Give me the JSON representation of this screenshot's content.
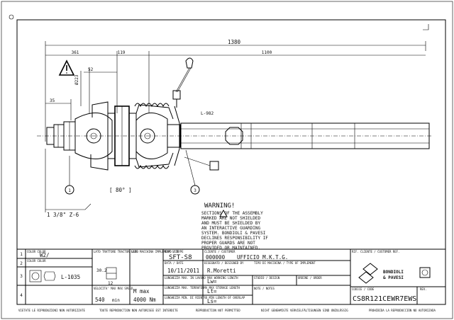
{
  "dimensions": {
    "overall": "1380",
    "left_seg": "361",
    "mid_seg": "119",
    "right_seg": "1100",
    "d52": "52",
    "d35": "35",
    "dia223": "Ø223",
    "l982": "L-982",
    "angle": "[ 80° ]",
    "spline": "1 3/8\" Z-6"
  },
  "callouts": [
    "1",
    "3"
  ],
  "warning": {
    "title": "WARNING!",
    "lines": [
      "SECTIONS OF THE ASSEMBLY",
      "MARKED  ARE NOT SHIELDED",
      "AND MUST BE SHIELDED BY",
      "AN INTERACTIVE GUARDING",
      "SYSTEM. BONDIOLI & PAVESI",
      "DECLINES RESPONSIBILITY IF",
      "PROPER GUARDS ARE NOT",
      "PROVIDED OR MAINTAINED."
    ]
  },
  "titleblock": {
    "rows": [
      "1",
      "2",
      "3",
      "4"
    ],
    "row1_small": "COLOR COLOR",
    "row1_value": "W2/",
    "row2_small": "COLOR COLOR",
    "row3_value": "L-1035",
    "row3_dim1": "30.2",
    "row3_dim2": "12",
    "row4_small": "VELOCITA' MAX MAX SPEED",
    "speed1": "540",
    "speed_unit": "min",
    "torque_small": "LATO TRATTORE TRACTOR SIDE",
    "impl_small": "LATO MACCHINA IMPLEMENT SIDE",
    "torque_max": "M max",
    "torque2": "4000 Nm",
    "tipo_small": "TIPO / TYPE",
    "tipo": "SFT-S8",
    "cliente_small": "CLIENTE / CUSTOMER",
    "cliente_code": "000000",
    "cliente": "UFFICIO M.K.T.G.",
    "data_small": "DATA / DATE",
    "data": "10/11/2011",
    "disegno_small": "DISEGNATO / DESIGNED BY",
    "disegno": "R.Moretti",
    "macchina_small": "TIPO DI MACCHINA / TYPE OF IMPLEMENT",
    "l1_small": "LUNGHEZZA MAX. IN LAVORO MAX WORKING LENGTH",
    "l2_small": "LUNGHEZZA MAX. TERRAFERMA MAX STORAGE LENGTH",
    "l3_small": "LUNGHEZZA MIN. DI RIENTRO MIN LENGTH OF OVERLAP",
    "lw": "Lw=",
    "lt": "Lt=",
    "ls": "Ls=",
    "studio_small": "STUDIO / DESIGN",
    "ordine_small": "ORDINE / ORDER",
    "note_small": "NOTE / NOTES",
    "rif_small": "RIF. CLIENTE / CUSTOMER REF.",
    "codice_small": "CODICE / CODE",
    "codice": "CS8R121CEWR7EWS",
    "rev_small": "REV.",
    "brand1": "BONDIOLI",
    "brand2": "& PAVESI"
  },
  "footer": [
    "VIETATE LE RIPRODUZIONI NON AUTORIZZATE",
    "TOUTE REPRODUCTION NON AUTORISEE EST INTERDITE",
    "REPRODUCTION NOT PERMITTED",
    "NICHT GENEHMIGTE VERVIELFÄLTIGUNGEN SIND UNZULÄSSIG",
    "PROHIBIDA LA REPRODUCCIÓN NO AUTORIZADA"
  ],
  "colors": {
    "ink": "#000000",
    "paper": "#ffffff"
  }
}
